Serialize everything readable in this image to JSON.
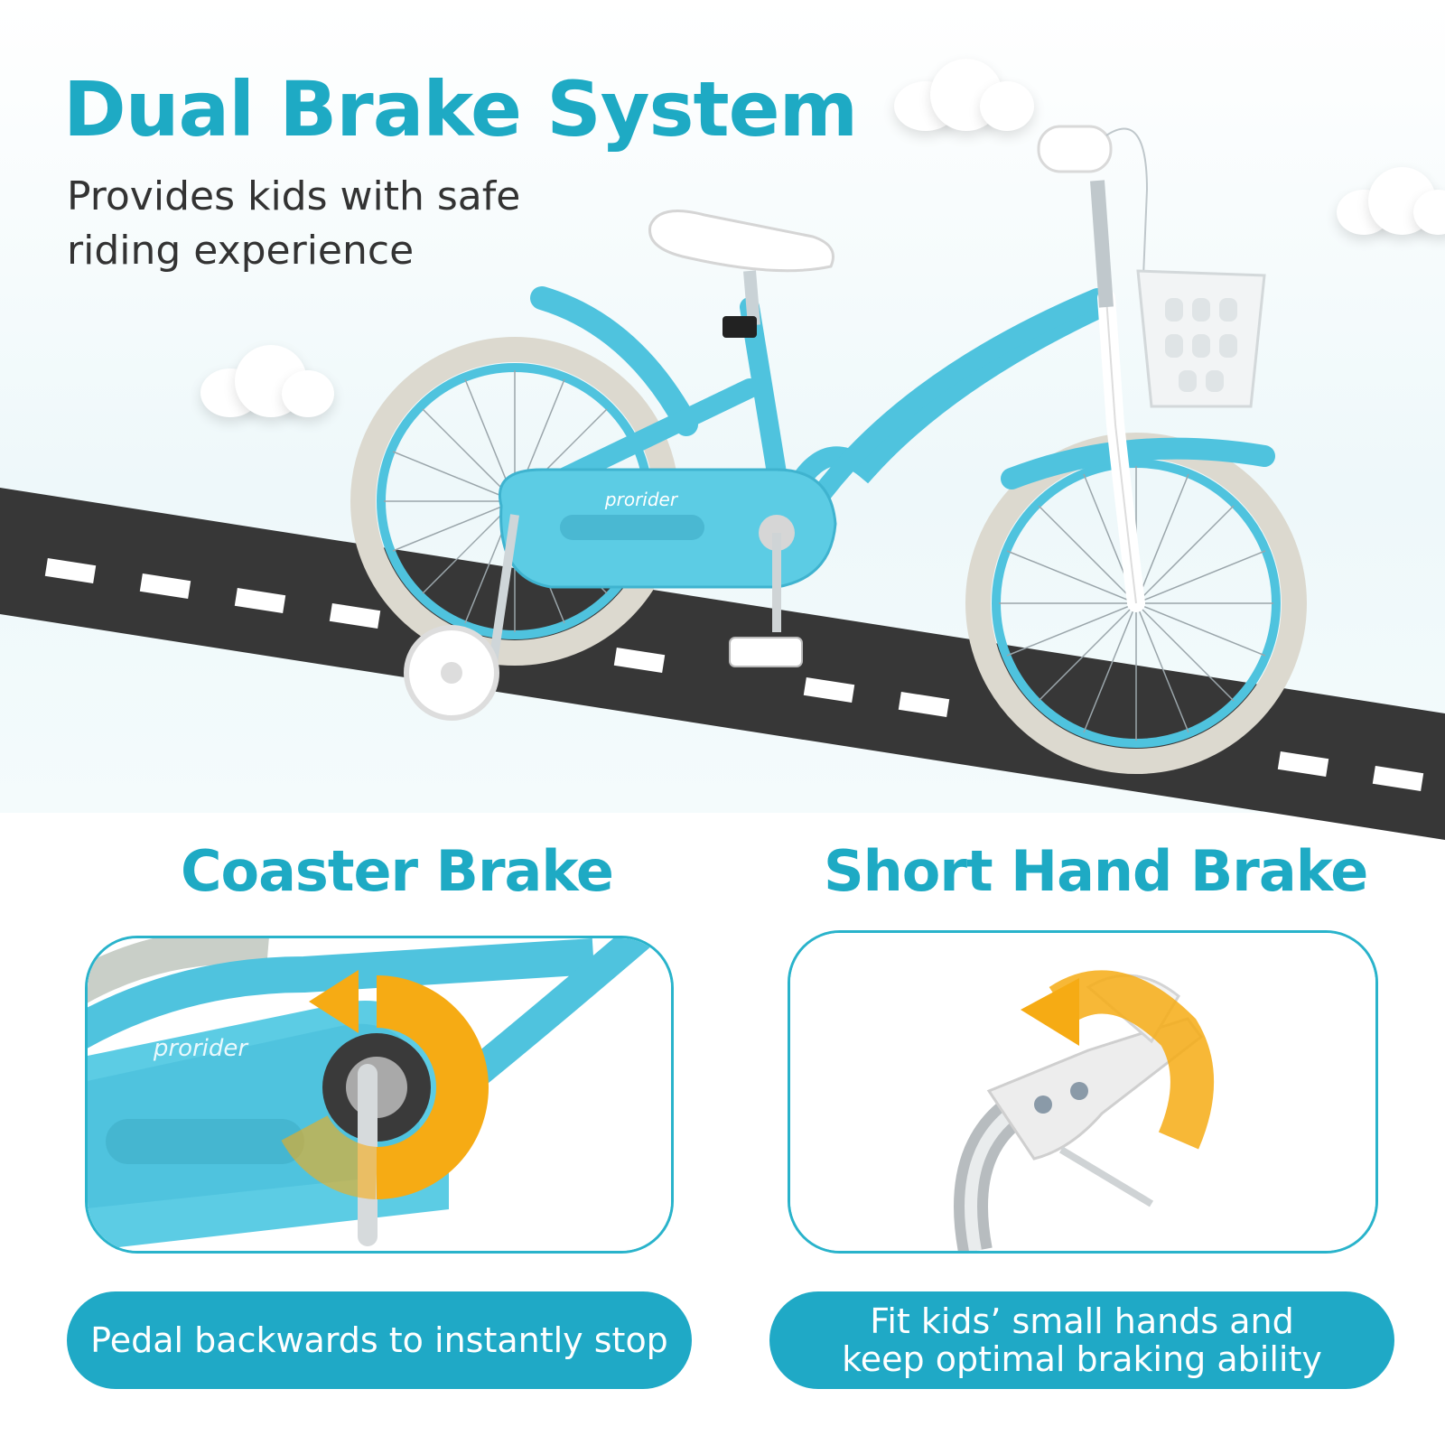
{
  "header": {
    "title": "Dual Brake System",
    "subtitle": "Provides kids with safe riding experience"
  },
  "bike": {
    "brand_label": "prorider",
    "accent_color": "#4fc3de",
    "title_color": "#1eaac4"
  },
  "features": [
    {
      "title": "Coaster Brake",
      "caption": "Pedal backwards to instantly stop",
      "brand_label": "prorider",
      "icon": "backward-rotation-arrow-icon"
    },
    {
      "title": "Short Hand Brake",
      "caption": "Fit kids’ small hands and keep optimal braking ability",
      "icon": "squeeze-arrow-icon"
    }
  ]
}
